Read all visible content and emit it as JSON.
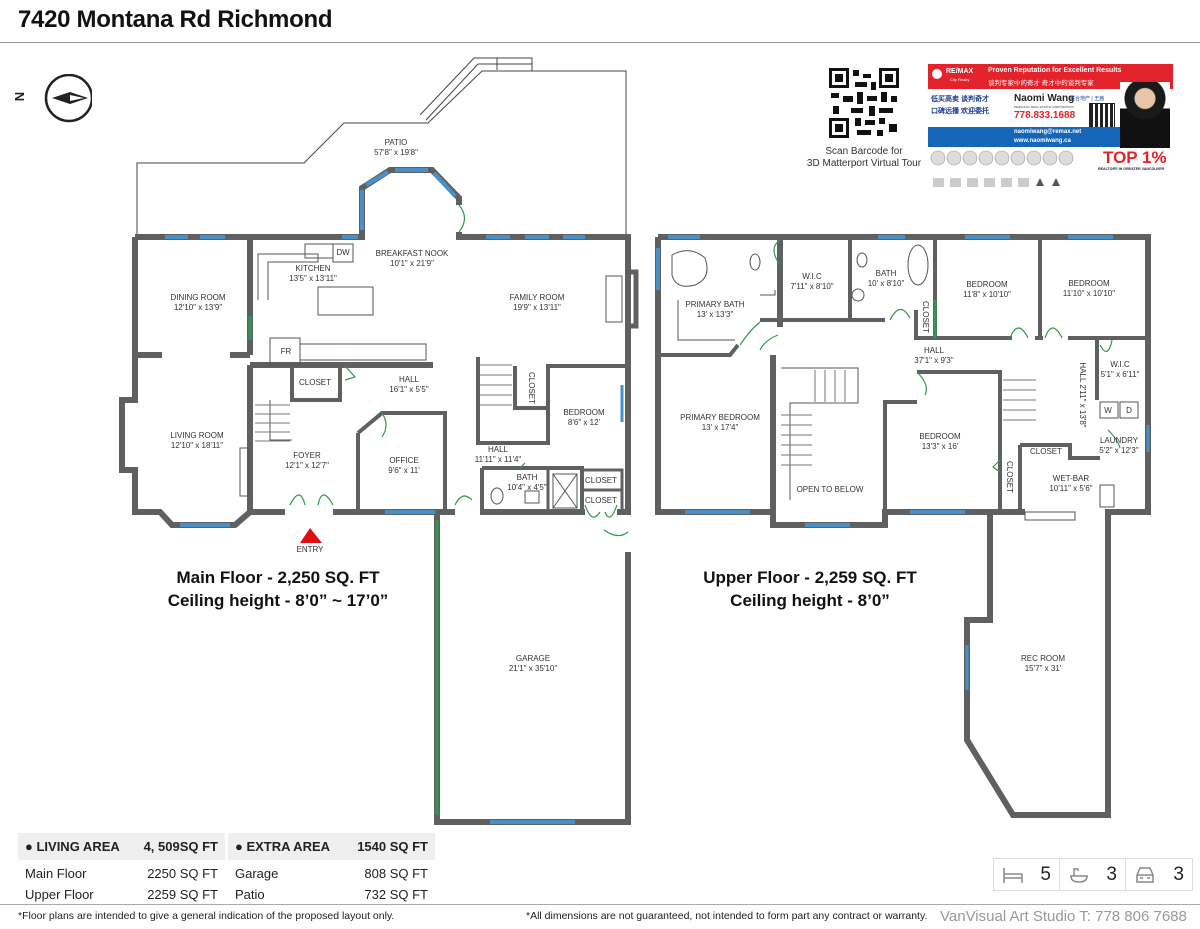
{
  "title": "7420 Montana Rd Richmond",
  "compass": {
    "label": "N"
  },
  "main_floor": {
    "title": "Main Floor - 2,250 SQ. FT",
    "ceiling": "Ceiling height - 8’0” ~ 17’0”",
    "entry": "ENTRY",
    "rooms": [
      {
        "name": "PATIO",
        "dim": "57'8\" x 19'8\""
      },
      {
        "name": "BREAKFAST NOOK",
        "dim": "10'1\" x 21'9\""
      },
      {
        "name": "KITCHEN",
        "dim": "13'5\" x 13'11\""
      },
      {
        "name": "DINING ROOM",
        "dim": "12'10\" x 13'9\""
      },
      {
        "name": "FAMILY ROOM",
        "dim": "19'9\" x 13'11\""
      },
      {
        "name": "HALL",
        "dim": "16'1\" x 5'5\""
      },
      {
        "name": "BEDROOM",
        "dim": "8'6\" x 12'"
      },
      {
        "name": "LIVING ROOM",
        "dim": "12'10\" x 18'11\""
      },
      {
        "name": "FOYER",
        "dim": "12'1\" x 12'7\""
      },
      {
        "name": "OFFICE",
        "dim": "9'6\" x 11'"
      },
      {
        "name": "HALL",
        "dim": "11'11\" x 11'4\""
      },
      {
        "name": "BATH",
        "dim": "10'4\" x 4'5\""
      },
      {
        "name": "GARAGE",
        "dim": "21'1\" x 35'10\""
      }
    ],
    "fixtures": {
      "dw": "DW",
      "fr": "FR",
      "closet": "CLOSET"
    }
  },
  "upper_floor": {
    "title": "Upper Floor - 2,259 SQ. FT",
    "ceiling": "Ceiling height - 8’0”",
    "rooms": [
      {
        "name": "W.I.C",
        "dim": "7'11\" x 8'10\""
      },
      {
        "name": "BATH",
        "dim": "10' x 8'10\""
      },
      {
        "name": "BEDROOM",
        "dim": "11'8\" x 10'10\""
      },
      {
        "name": "BEDROOM",
        "dim": "11'10\" x 10'10\""
      },
      {
        "name": "PRIMARY BATH",
        "dim": "13' x 13'3\""
      },
      {
        "name": "HALL",
        "dim": "37'1\" x 9'3\""
      },
      {
        "name": "W.I.C",
        "dim": "5'1\" x 6'11\""
      },
      {
        "name": "PRIMARY BEDROOM",
        "dim": "13' x 17'4\""
      },
      {
        "name": "BEDROOM",
        "dim": "13'3\" x 16'"
      },
      {
        "name": "LAUNDRY",
        "dim": "5'2\" x 12'3\""
      },
      {
        "name": "WET-BAR",
        "dim": "10'11\" x 5'6\""
      },
      {
        "name": "REC ROOM",
        "dim": "15'7\" x 31'"
      }
    ],
    "hall_vertical": "HALL 2'11\" x 13'8\"",
    "open_to_below": "OPEN TO BELOW",
    "closet": "CLOSET",
    "washer": "W",
    "dryer": "D"
  },
  "qr": {
    "caption1": "Scan Barcode for",
    "caption2": "3D Matterport Virtual Tour"
  },
  "ad": {
    "brand": "RE/MAX",
    "brand_sub": "City Realty",
    "headline": "Proven Reputation for Excellent Results",
    "headline_cn": "谈判专家中的奇才 奇才中的谈判专家",
    "slogan1": "低买高卖 谈判奇才",
    "slogan2": "口碑远播 欢迎委托",
    "name": "Naomi Wang",
    "name_sub": "PERSONAL REAL ESTATE CORPORATION",
    "name_cn": "联合地产 | 王茜",
    "phone": "778.833.1688",
    "email": "naomiwang@remax.net",
    "web": "www.naomiwang.ca",
    "top": "TOP 1%",
    "top_sub": "REALTOR® IN GREATER VANCOUVER",
    "colors": {
      "red": "#e2232b",
      "blue": "#1565b8",
      "navy": "#1a3d8f"
    }
  },
  "areas": {
    "living": {
      "label": "LIVING AREA",
      "total": "4, 509SQ FT",
      "rows": [
        {
          "name": "Main Floor",
          "value": "2250 SQ FT"
        },
        {
          "name": "Upper Floor",
          "value": "2259 SQ FT"
        }
      ]
    },
    "extra": {
      "label": "EXTRA AREA",
      "total": "1540 SQ FT",
      "rows": [
        {
          "name": "Garage",
          "value": "808 SQ FT"
        },
        {
          "name": "Patio",
          "value": "732 SQ FT"
        }
      ]
    }
  },
  "stats": {
    "bedrooms": "5",
    "bathrooms": "3",
    "parking": "3",
    "icons": [
      "bed-icon",
      "bathtub-icon",
      "car-icon"
    ]
  },
  "footer": {
    "left": "*Floor plans are intended to give a general indication of the proposed layout only.",
    "right": "*All dimensions are not guaranteed, not intended to form part any contract or warranty.",
    "studio": "VanVisual Art Studio T: 778 806 7688"
  },
  "colors": {
    "wall": "#5f6062",
    "window": "#4a90c8",
    "door": "#2e9a4a",
    "entry": "#e01010"
  }
}
